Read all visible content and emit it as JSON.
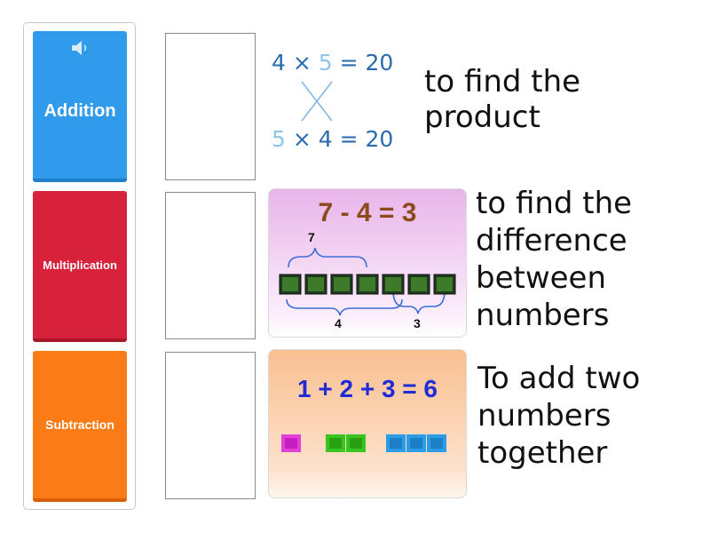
{
  "tiles": [
    {
      "label": "Addition",
      "color": "#2f9bea",
      "has_audio": true
    },
    {
      "label": "Multiplication",
      "color": "#d8213b"
    },
    {
      "label": "Subtraction",
      "color": "#fb7b16"
    }
  ],
  "icons": {
    "audio": "speaker-icon"
  },
  "clues": [
    {
      "text_line1": "to find the",
      "text_line2": "product",
      "illustration": {
        "eq1": {
          "a": "4",
          "op": "×",
          "b": "5",
          "eq": "=",
          "result": "20"
        },
        "eq2": {
          "a": "5",
          "op": "×",
          "b": "4",
          "eq": "=",
          "result": "20"
        },
        "colors": {
          "dark": "#2a6ab1",
          "light": "#8ec7ee"
        }
      }
    },
    {
      "text_line1": "to find the",
      "text_line2": "difference",
      "text_line3": "between",
      "text_line4": "numbers",
      "illustration": {
        "equation": "7 - 4 = 3",
        "total_label": "7",
        "part_a_label": "4",
        "part_b_label": "3",
        "equation_color": "#8a4a1a"
      }
    },
    {
      "text_line1": "To add two",
      "text_line2": "numbers",
      "text_line3": "together",
      "illustration": {
        "equation": "1 + 2 + 3 = 6",
        "equation_color": "#1f2bd6",
        "group_colors": [
          "#e23fd9",
          "#39c41f",
          "#2a9de6"
        ]
      }
    }
  ]
}
